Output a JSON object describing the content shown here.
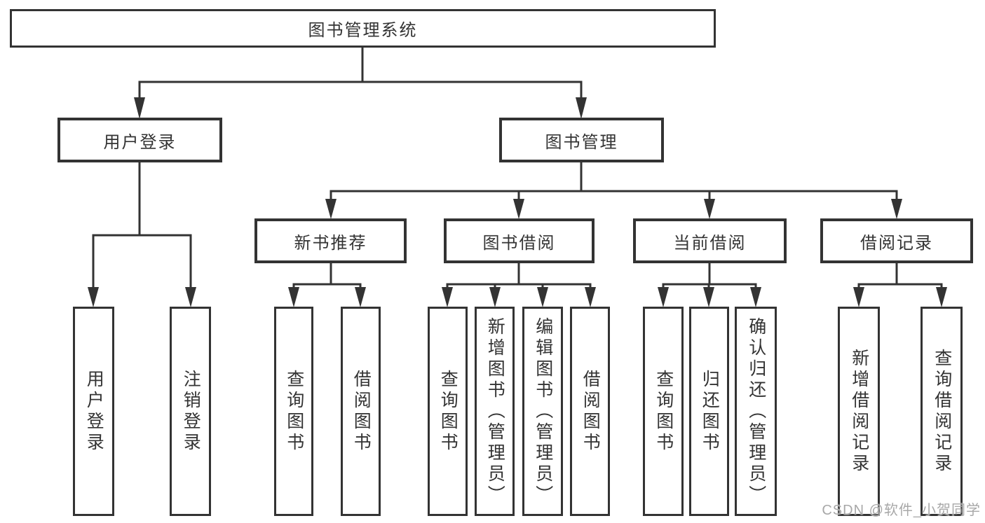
{
  "diagram": {
    "title": "图书管理系统",
    "watermark": "CSDN @软件_小贺同学",
    "colors": {
      "line": "#333333",
      "text": "#333333",
      "watermark": "#a8a8a8",
      "background": "#ffffff"
    },
    "branches": [
      {
        "label": "用户登录",
        "children": [
          {
            "label": "用户登录"
          },
          {
            "label": "注销登录"
          }
        ]
      },
      {
        "label": "图书管理",
        "children": [
          {
            "label": "新书推荐",
            "children": [
              {
                "label": "查询图书"
              },
              {
                "label": "借阅图书"
              }
            ]
          },
          {
            "label": "图书借阅",
            "children": [
              {
                "label": "查询图书"
              },
              {
                "label": "新增图书（管理员）"
              },
              {
                "label": "编辑图书（管理员）"
              },
              {
                "label": "借阅图书"
              }
            ]
          },
          {
            "label": "当前借阅",
            "children": [
              {
                "label": "查询图书"
              },
              {
                "label": "归还图书"
              },
              {
                "label": "确认归还（管理员）"
              }
            ]
          },
          {
            "label": "借阅记录",
            "children": [
              {
                "label": "新增借阅记录"
              },
              {
                "label": "查询借阅记录"
              }
            ]
          }
        ]
      }
    ]
  }
}
